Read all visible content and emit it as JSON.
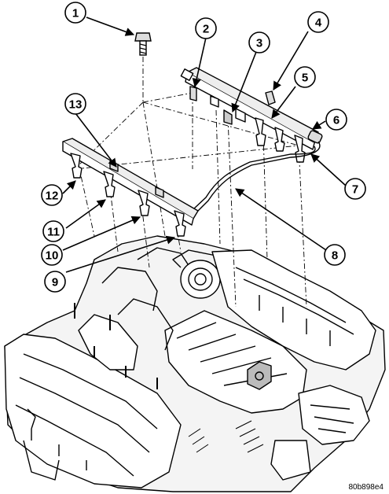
{
  "diagram": {
    "callouts": [
      {
        "id": 1,
        "label": "1"
      },
      {
        "id": 2,
        "label": "2"
      },
      {
        "id": 3,
        "label": "3"
      },
      {
        "id": 4,
        "label": "4"
      },
      {
        "id": 5,
        "label": "5"
      },
      {
        "id": 6,
        "label": "6"
      },
      {
        "id": 7,
        "label": "7"
      },
      {
        "id": 8,
        "label": "8"
      },
      {
        "id": 9,
        "label": "9"
      },
      {
        "id": 10,
        "label": "10"
      },
      {
        "id": 11,
        "label": "11"
      },
      {
        "id": 12,
        "label": "12"
      },
      {
        "id": 13,
        "label": "13"
      }
    ],
    "reference_code": "80b898e4"
  }
}
